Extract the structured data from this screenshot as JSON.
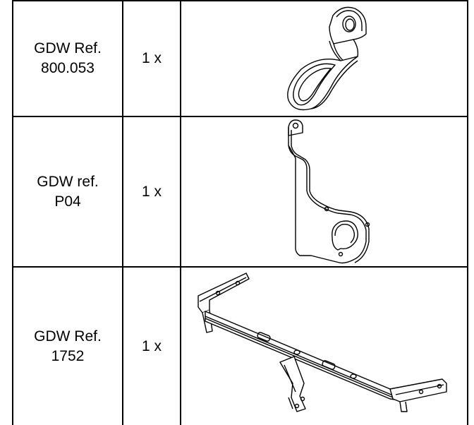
{
  "rows": [
    {
      "reference": "GDW Ref.\n800.053",
      "quantity": "1 x",
      "drawing": "angle-bracket-drawing"
    },
    {
      "reference": "GDW ref.\nP04",
      "quantity": "1 x",
      "drawing": "socket-plate-drawing"
    },
    {
      "reference": "GDW Ref.\n1752",
      "quantity": "1 x",
      "drawing": "towbar-crossbeam-drawing"
    }
  ]
}
